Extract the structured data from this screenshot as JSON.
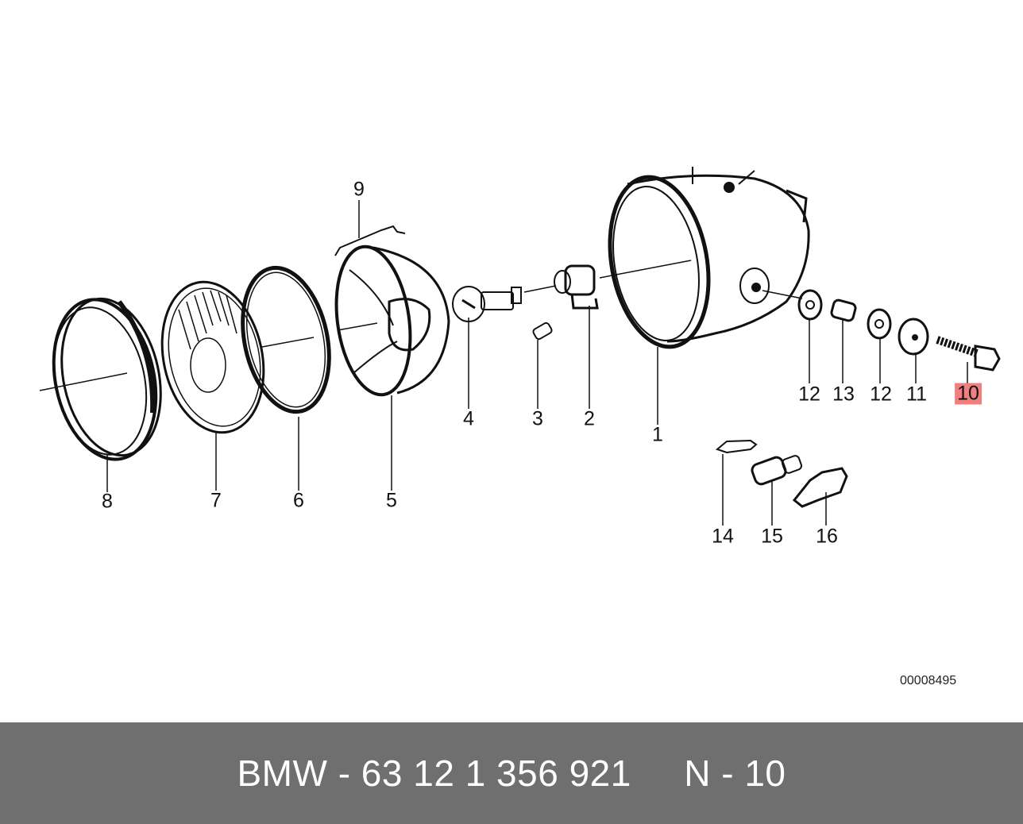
{
  "diagram": {
    "reference_code": "00008495",
    "highlighted_part": "10",
    "highlight_color": "#f08080",
    "callouts": [
      {
        "id": "p1",
        "label": "1"
      },
      {
        "id": "p2",
        "label": "2"
      },
      {
        "id": "p3",
        "label": "3"
      },
      {
        "id": "p4",
        "label": "4"
      },
      {
        "id": "p5",
        "label": "5"
      },
      {
        "id": "p6",
        "label": "6"
      },
      {
        "id": "p7",
        "label": "7"
      },
      {
        "id": "p8",
        "label": "8"
      },
      {
        "id": "p9",
        "label": "9"
      },
      {
        "id": "p10",
        "label": "10"
      },
      {
        "id": "p11",
        "label": "11"
      },
      {
        "id": "p12a",
        "label": "12"
      },
      {
        "id": "p12b",
        "label": "12"
      },
      {
        "id": "p13",
        "label": "13"
      },
      {
        "id": "p14",
        "label": "14"
      },
      {
        "id": "p15",
        "label": "15"
      },
      {
        "id": "p16",
        "label": "16"
      }
    ]
  },
  "footer": {
    "text": "BMW - 63 12 1 356 921     N - 10",
    "background": "#6f6f6f"
  }
}
